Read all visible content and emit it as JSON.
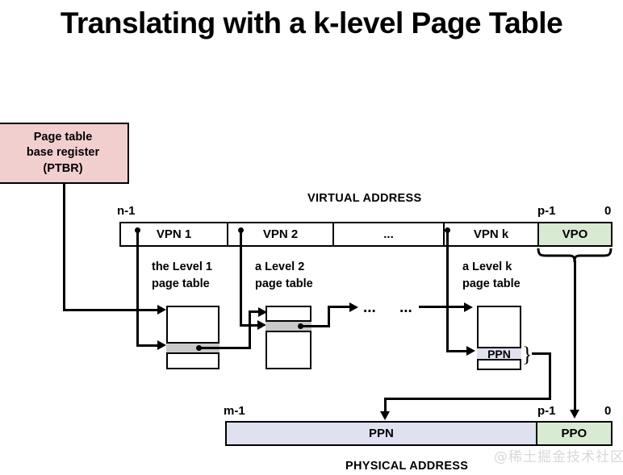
{
  "title": "Translating with a k-level Page Table",
  "ptbr": {
    "line1": "Page table",
    "line2": "base register",
    "line3": "(PTBR)"
  },
  "virtual_address": {
    "heading": "VIRTUAL ADDRESS",
    "left_label": "n-1",
    "p_label": "p-1",
    "right_label": "0",
    "segments": [
      {
        "label": "VPN 1",
        "color": "#ffffff"
      },
      {
        "label": "VPN 2",
        "color": "#ffffff"
      },
      {
        "label": "...",
        "color": "#ffffff"
      },
      {
        "label": "VPN k",
        "color": "#ffffff"
      },
      {
        "label": "VPO",
        "color": "#d9ead3"
      }
    ]
  },
  "page_tables": [
    {
      "caption_line1": "the Level 1",
      "caption_line2": "page table",
      "entry_label": ""
    },
    {
      "caption_line1": "a Level 2",
      "caption_line2": "page table",
      "entry_label": ""
    },
    {
      "caption_line1": "a Level k",
      "caption_line2": "page table",
      "entry_label": "PPN"
    }
  ],
  "chain_dots": [
    "...",
    "..."
  ],
  "physical_address": {
    "heading": "PHYSICAL ADDRESS",
    "left_label": "m-1",
    "p_label": "p-1",
    "right_label": "0",
    "segments": [
      {
        "label": "PPN",
        "color": "#dfe1f0"
      },
      {
        "label": "PPO",
        "color": "#d9ead3"
      }
    ]
  },
  "watermark": "@稀土掘金技术社区",
  "colors": {
    "ptbr_fill": "#f2cfcf",
    "vpo_fill": "#d9ead3",
    "ppn_fill": "#dfe1f0",
    "ppo_fill": "#d9ead3",
    "entry_band": "#c9c9c9",
    "ppn_band": "#dfe1f0",
    "stroke": "#000000"
  }
}
